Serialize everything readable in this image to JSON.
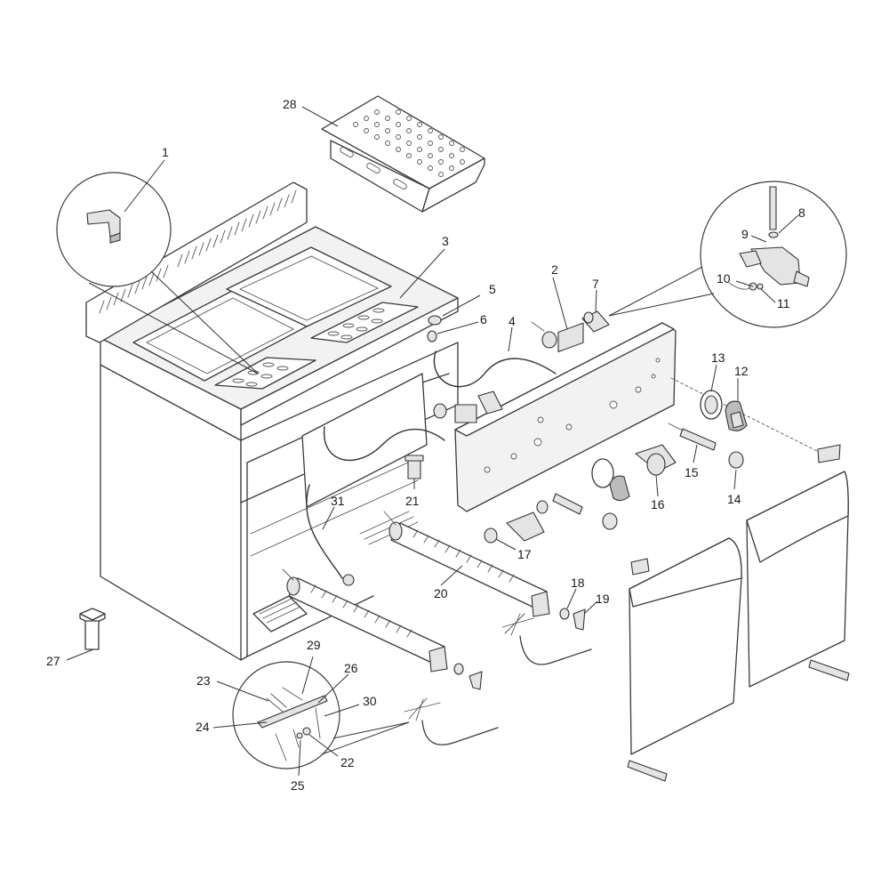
{
  "callouts": {
    "c1": "1",
    "c2": "2",
    "c3": "3",
    "c4": "4",
    "c5": "5",
    "c6": "6",
    "c7": "7",
    "c8": "8",
    "c9": "9",
    "c10": "10",
    "c11": "11",
    "c12": "12",
    "c13": "13",
    "c14": "14",
    "c15": "15",
    "c16": "16",
    "c17": "17",
    "c18": "18",
    "c19": "19",
    "c20": "20",
    "c21": "21",
    "c22": "22",
    "c23": "23",
    "c24": "24",
    "c25": "25",
    "c26": "26",
    "c27": "27",
    "c28": "28",
    "c29": "29",
    "c30": "30",
    "c31": "31"
  },
  "colors": {
    "line": "#3a3a3a",
    "fill_light": "#f2f2f2",
    "fill_part": "#e4e4e4",
    "fill_dark": "#bcbcbc"
  }
}
